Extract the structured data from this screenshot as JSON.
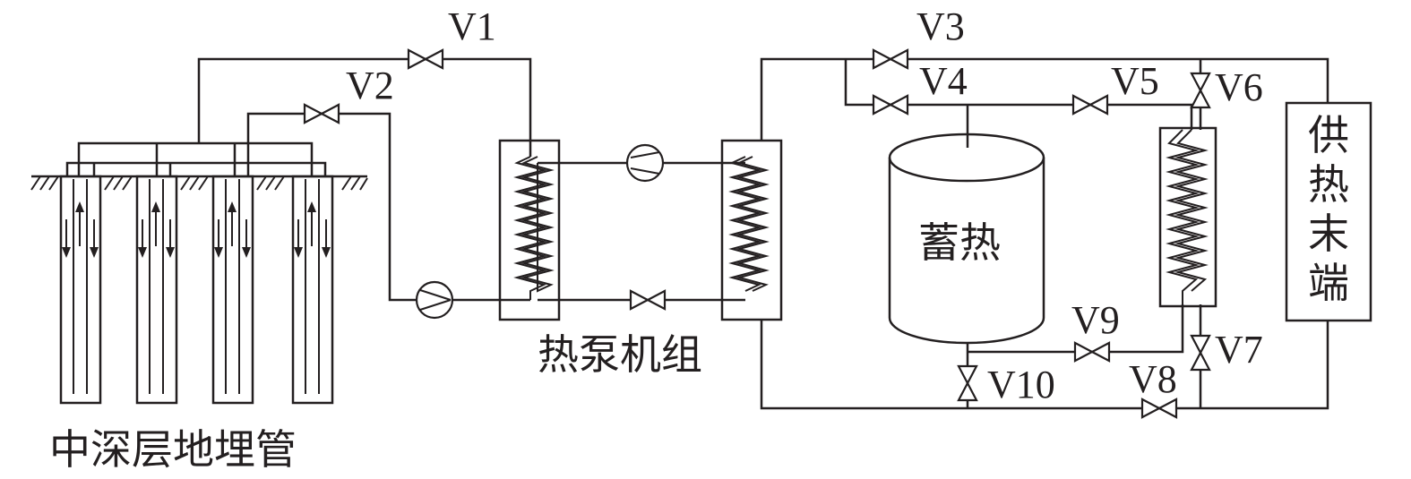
{
  "labels": {
    "ground_pipes": "中深层地埋管",
    "heat_pump_unit": "热泵机组",
    "storage_tank": "蓄热",
    "heating_terminal": "供热末端"
  },
  "valves": [
    "V1",
    "V2",
    "V3",
    "V4",
    "V5",
    "V6",
    "V7",
    "V8",
    "V9",
    "V10"
  ],
  "colors": {
    "line": "#231f20",
    "background": "#ffffff"
  }
}
